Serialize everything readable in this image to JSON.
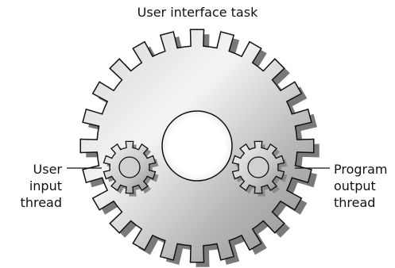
{
  "diagram": {
    "title": "User interface task",
    "left_label": [
      "User",
      "input",
      "thread"
    ],
    "right_label": [
      "Program",
      "output",
      "thread"
    ]
  },
  "colors": {
    "gear_light": "#f2f2f2",
    "gear_mid": "#c4c4c4",
    "gear_dark": "#7d7d7d",
    "outline": "#111111",
    "shadow": "#7a7a7a",
    "hole": "#ffffff"
  },
  "icons": {
    "large_gear": "large-gear-icon",
    "small_gear_left": "small-gear-icon",
    "small_gear_right": "small-gear-icon"
  }
}
